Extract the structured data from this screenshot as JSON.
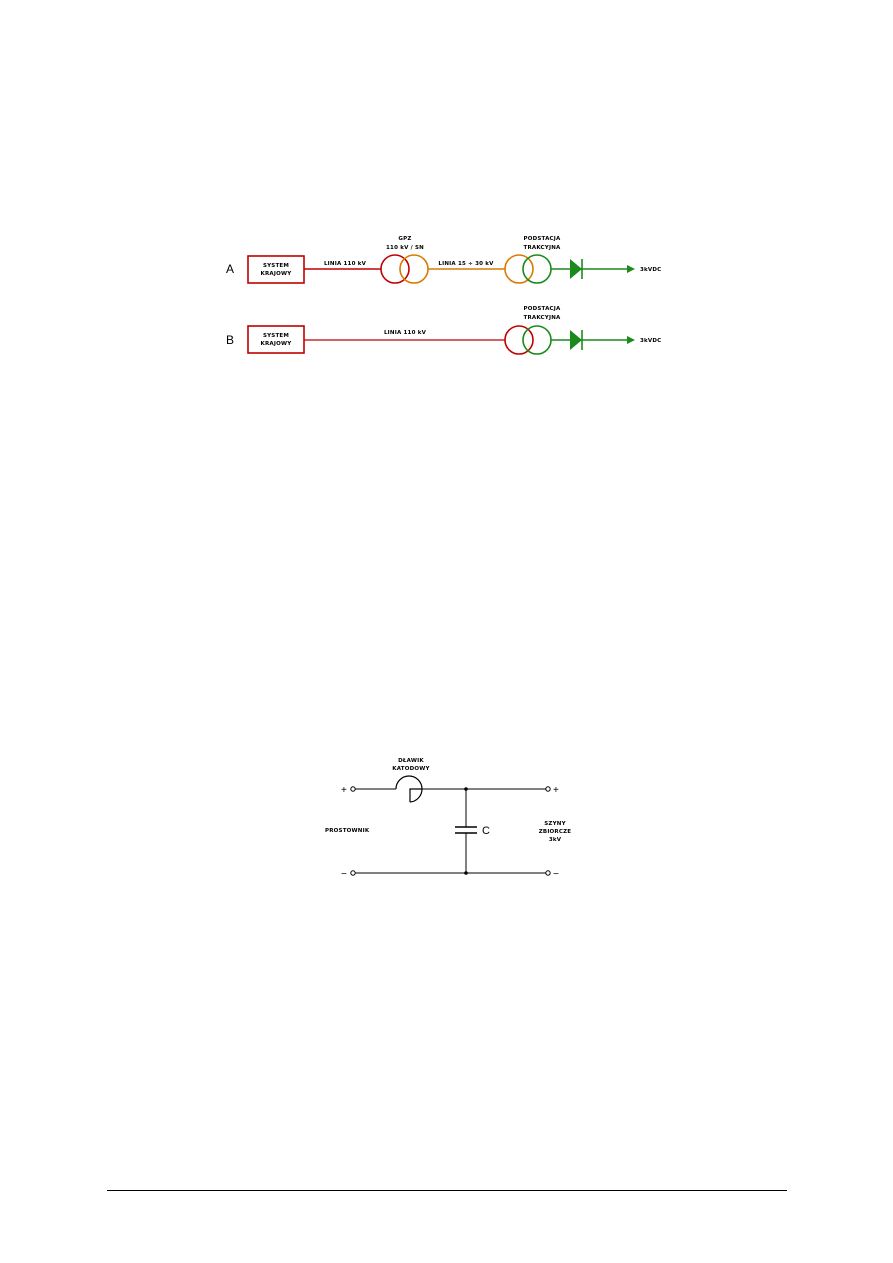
{
  "colors": {
    "red": "#c00000",
    "orange": "#d97a00",
    "green": "#1a8a1a",
    "black": "#000000"
  },
  "diagram_a": {
    "row_label": "A",
    "source_box": [
      "SYSTEM",
      "KRAJOWY"
    ],
    "line1_label": "LINIA 110 kV",
    "gpz_label": [
      "GPZ",
      "110 kV / SN"
    ],
    "line2_label": "LINIA 15 ÷ 30 kV",
    "substation_label": [
      "PODSTACJA",
      "TRAKCYJNA"
    ],
    "output_label": "3kVDC"
  },
  "diagram_b": {
    "row_label": "B",
    "source_box": [
      "SYSTEM",
      "KRAJOWY"
    ],
    "line_label": "LINIA 110 kV",
    "substation_label": [
      "PODSTACJA",
      "TRAKCYJNA"
    ],
    "output_label": "3kVDC"
  },
  "filter": {
    "choke_label": [
      "DŁAWIK",
      "KATODOWY"
    ],
    "left_label": "PROSTOWNIK",
    "right_label": [
      "SZYNY",
      "ZBIORCZE",
      "3kV"
    ],
    "capacitor_label": "C",
    "plus_sign": "+",
    "minus_sign": "−"
  }
}
